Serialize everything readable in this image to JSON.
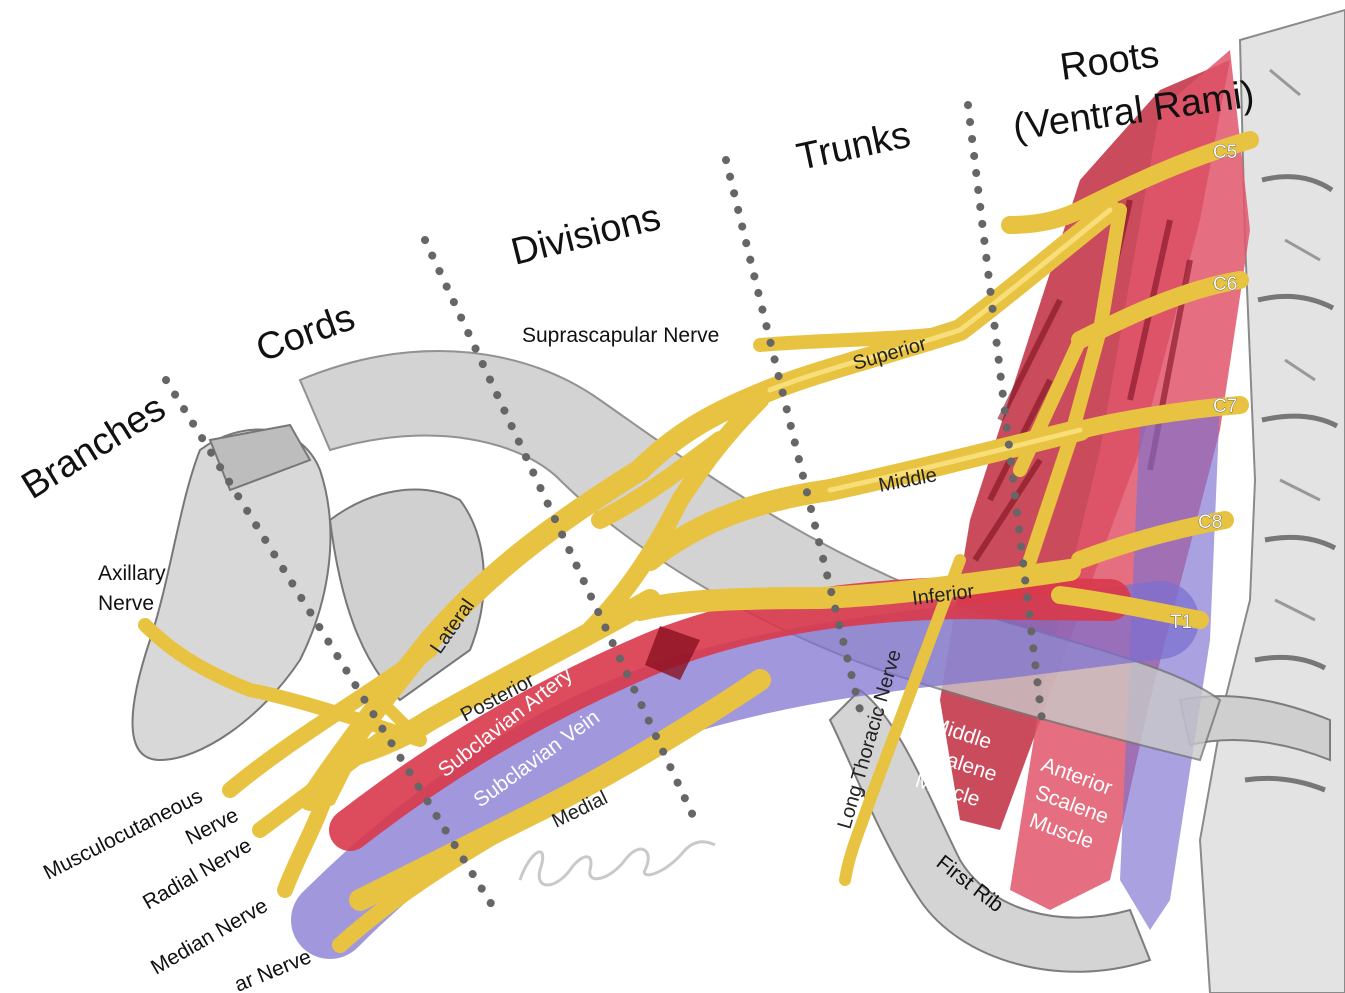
{
  "sections": {
    "branches": "Branches",
    "cords": "Cords",
    "divisions": "Divisions",
    "trunks": "Trunks",
    "roots_line1": "Roots",
    "roots_line2": "(Ventral Rami)"
  },
  "roots": [
    "C5",
    "C6",
    "C7",
    "C8",
    "T1"
  ],
  "trunks": {
    "superior": "Superior",
    "middle": "Middle",
    "inferior": "Inferior"
  },
  "cords": {
    "lateral": "Lateral",
    "posterior": "Posterior",
    "medial": "Medial"
  },
  "nerves": {
    "suprascapular": "Suprascapular Nerve",
    "axillary_line1": "Axillary",
    "axillary_line2": "Nerve",
    "musculocutaneous_line1": "Musculocutaneous",
    "musculocutaneous_line2": "Nerve",
    "radial": "Radial Nerve",
    "median": "Median Nerve",
    "ulnar_partial": "ar Nerve",
    "long_thoracic": "Long Thoracic Nerve"
  },
  "vessels": {
    "artery": "Subclavian Artery",
    "vein": "Subclavian Vein"
  },
  "muscles": {
    "middle_scalene": [
      "Middle",
      "Scalene",
      "Muscle"
    ],
    "anterior_scalene": [
      "Anterior",
      "Scalene",
      "Muscle"
    ]
  },
  "bones": {
    "first_rib": "First Rib"
  },
  "colors": {
    "nerve": "#e8c342",
    "artery": "#d9394a",
    "vein": "#7b6fd0",
    "muscle": "#c8293d",
    "bone": "#cfcfcf"
  }
}
